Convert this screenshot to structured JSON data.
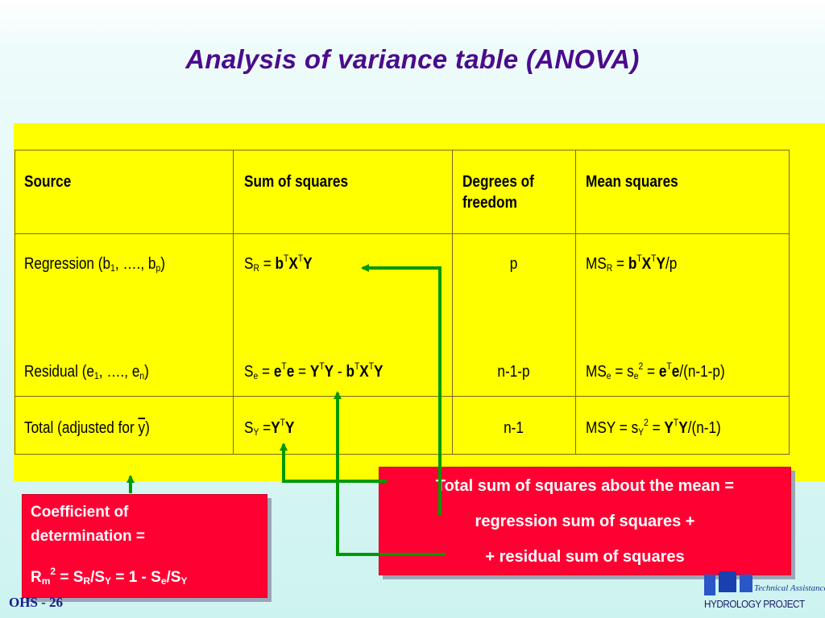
{
  "slide": {
    "title": "Analysis of variance table (ANOVA)",
    "slide_number": "OHS - 26"
  },
  "table": {
    "headers": {
      "source": "Source",
      "sum_of_squares": "Sum of squares",
      "degrees_line1": "Degrees of",
      "degrees_line2": "freedom",
      "mean_squares": "Mean squares"
    },
    "rows": {
      "regression": {
        "source": "Regression (b1, …., bp)",
        "ss": "SR = bTXTY",
        "df": "p",
        "ms": "MSR = bTXTY/p"
      },
      "residual": {
        "source": "Residual (e1, …., en)",
        "ss": "Se = eTe = YTY - bTXTY",
        "df": "n-1-p",
        "ms": "MSe = se2 = eTe/(n-1-p)"
      },
      "total": {
        "source": "Total (adjusted for y)",
        "ss": "SY =YTY",
        "df": "n-1",
        "ms": "MSY = sY2 = YTY/(n-1)"
      }
    }
  },
  "callouts": {
    "coefficient": {
      "line1": "Coefficient of",
      "line2": "determination =",
      "formula": "Rm2 = SR/SY = 1 - Se/SY"
    },
    "total_sum": {
      "line1": "Total sum of squares about the mean =",
      "line2": "regression sum of squares +",
      "line3": "+  residual sum of squares"
    }
  },
  "logo": {
    "org_sub": "Technical Assistance",
    "org_name": "HYDROLOGY PROJECT"
  },
  "colors": {
    "title": "#4b0c8c",
    "panel": "#ffff00",
    "callout": "#ff0033",
    "arrow": "#009900"
  }
}
